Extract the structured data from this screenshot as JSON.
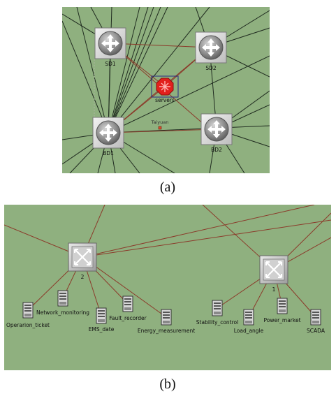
{
  "panel_a": {
    "caption": "(a)",
    "top_label": "",
    "routers": [
      {
        "id": "sd1",
        "label": "SD1"
      },
      {
        "id": "sd2",
        "label": "SD2"
      },
      {
        "id": "bd1",
        "label": "BD1"
      },
      {
        "id": "bd2",
        "label": "BD2"
      }
    ],
    "servers_label": "servers",
    "city_label": "Taiyuan"
  },
  "panel_b": {
    "caption": "(b)",
    "switches": [
      {
        "id": "sw2",
        "label": "2"
      },
      {
        "id": "sw1",
        "label": "1"
      }
    ],
    "hosts": [
      {
        "id": "operation_ticket",
        "label": "Operarion_ticket"
      },
      {
        "id": "network_monitoring",
        "label": "Network_monitoring"
      },
      {
        "id": "ems_date",
        "label": "EMS_date"
      },
      {
        "id": "fault_recorder",
        "label": "Fault_recorder"
      },
      {
        "id": "energy_measurement",
        "label": "Energy_measurement"
      },
      {
        "id": "stability_control",
        "label": "Stability_control"
      },
      {
        "id": "load_angle",
        "label": "Load_angle"
      },
      {
        "id": "power_market",
        "label": "Power_market"
      },
      {
        "id": "scada",
        "label": "SCADA"
      }
    ]
  },
  "colors": {
    "background": "#8fb07f",
    "link_dark": "#1f2a1f",
    "link_red": "#8b3a2a",
    "router_gray": "#9a9a9a",
    "server_red": "#e2201c"
  }
}
